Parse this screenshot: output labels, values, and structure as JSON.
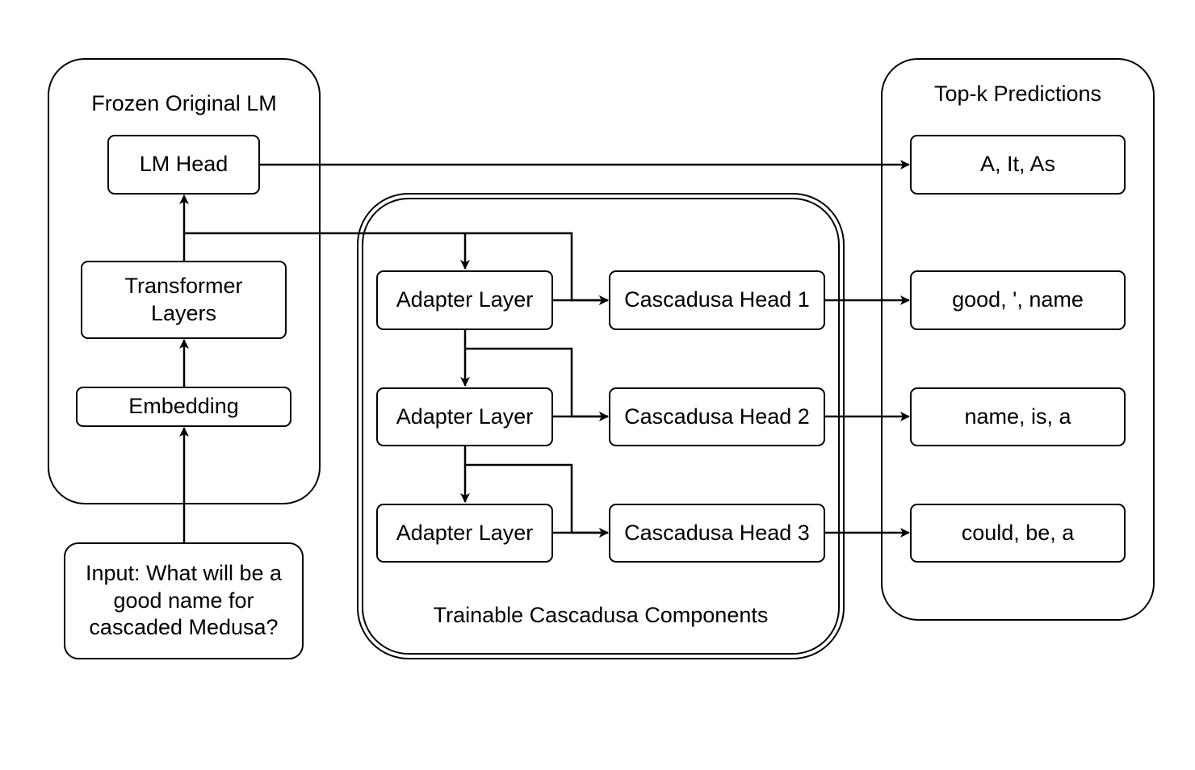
{
  "frozen_group": {
    "title": "Frozen Original LM",
    "lm_head": "LM Head",
    "transformer": "Transformer\nLayers",
    "embedding": "Embedding"
  },
  "input_box": {
    "text": "Input: What will be a\ngood name for\ncascaded Medusa?"
  },
  "trainable_group": {
    "title": "Trainable Cascadusa Components",
    "adapters": [
      "Adapter Layer",
      "Adapter Layer",
      "Adapter Layer"
    ],
    "heads": [
      "Cascadusa Head 1",
      "Cascadusa Head 2",
      "Cascadusa Head 3"
    ]
  },
  "predictions_group": {
    "title": "Top-k Predictions",
    "items": [
      "A, It, As",
      "good, ', name",
      "name, is, a",
      "could, be, a"
    ]
  }
}
